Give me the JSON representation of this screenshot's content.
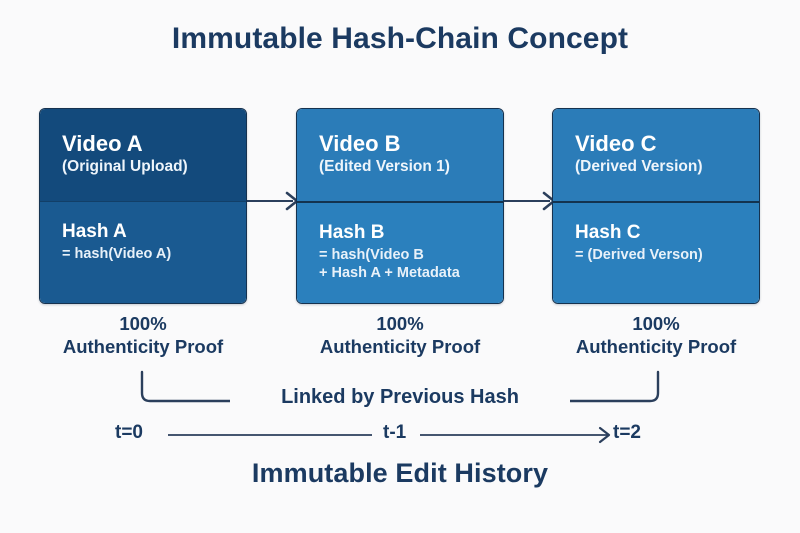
{
  "header": {
    "title": "Immutable Hash-Chain Concept"
  },
  "footer": {
    "title": "Immutable Edit History"
  },
  "colors": {
    "background": "#fafafb",
    "navy_text": "#1b3a61",
    "box_a_top": "#134a7c",
    "box_a_bottom": "#1a5a91",
    "box_bc_top": "#2b7cb8",
    "box_bc_bottom": "#2b80bd",
    "box_border": "#16324f",
    "line": "#2b3f5c"
  },
  "nodes": [
    {
      "id": "video-a",
      "title": "Video A",
      "subtitle": "(Original Upload)",
      "hash_title": "Hash A",
      "hash_lines": [
        "= hash(Video A)"
      ]
    },
    {
      "id": "video-b",
      "title": "Video B",
      "subtitle": "(Edited Version 1)",
      "hash_title": "Hash B",
      "hash_lines": [
        "= hash(Video B",
        "+ Hash A + Metadata"
      ]
    },
    {
      "id": "video-c",
      "title": "Video C",
      "subtitle": "(Derived Version)",
      "hash_title": "Hash C",
      "hash_lines": [
        "= (Derived Verson)"
      ]
    }
  ],
  "proofs": [
    {
      "percent": "100%",
      "label": "Authenticity Proof"
    },
    {
      "percent": "100%",
      "label": "Authenticity Proof"
    },
    {
      "percent": "100%",
      "label": "Authenticity Proof"
    }
  ],
  "link": {
    "label": "Linked by Previous Hash"
  },
  "timeline": {
    "marks": [
      "t=0",
      "t-1",
      "t=2"
    ]
  },
  "icons": {
    "flow_arrow": "arrow-right-icon",
    "timeline_arrow": "arrow-right-icon",
    "bracket": "brace-bracket-icon"
  }
}
